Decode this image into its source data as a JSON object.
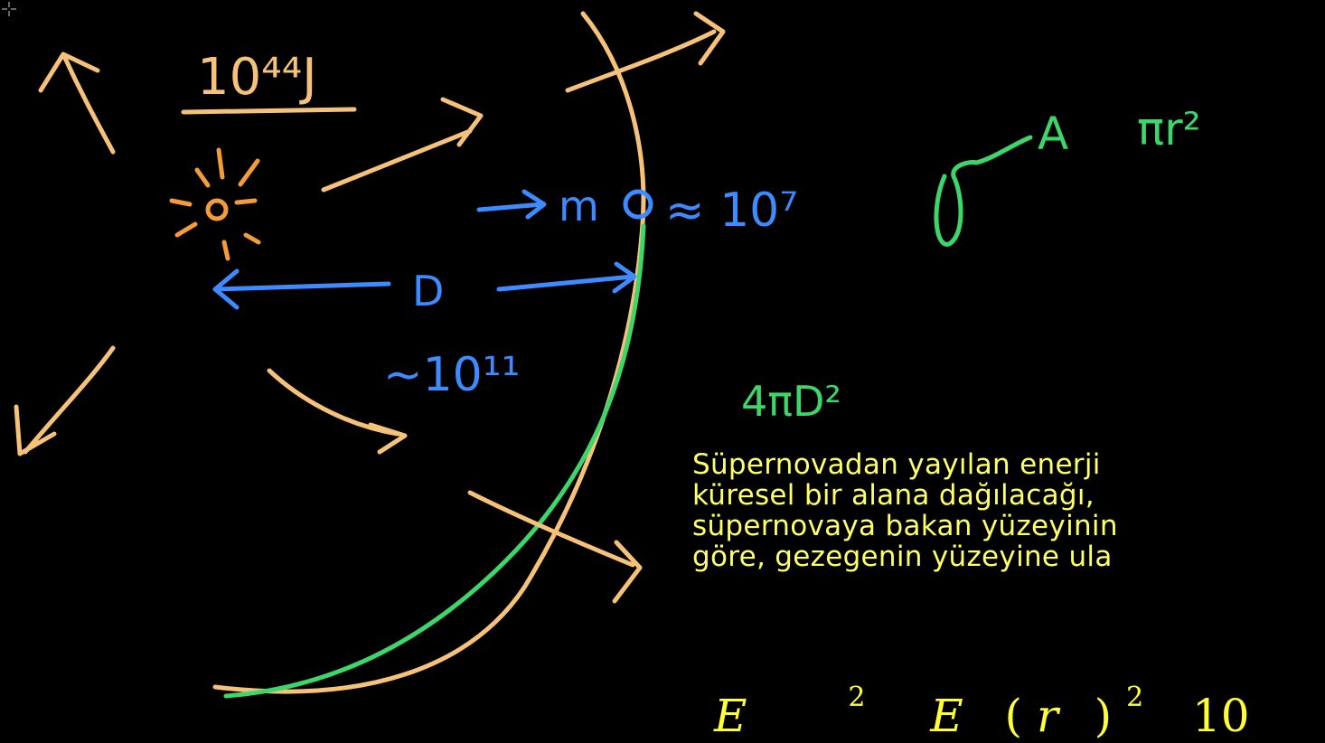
{
  "annotations": {
    "energy": "10⁴⁴J",
    "ratio": "≈ 10⁷",
    "mass_label": "m",
    "distance_label": "D",
    "distance_value": "~10¹¹",
    "area_label": "A",
    "area_formula": "πr²",
    "sphere_area": "4πD²"
  },
  "subtitle_lines": [
    "Süpernovadan yayılan enerji",
    "küresel bir alana dağılacağı,",
    "süpernovaya bakan yüzeyinin",
    "göre, gezegenin yüzeyine ula"
  ],
  "formula": {
    "e1": "E",
    "sq1": "2",
    "e2": "E",
    "r": "r",
    "sq2": "2",
    "num": "10"
  },
  "colors": {
    "background": "#000000",
    "orange": "#f6c27a",
    "sun": "#f39c3a",
    "blue": "#3d8bff",
    "green": "#3cd66a",
    "subtitle": "#ffff66"
  }
}
